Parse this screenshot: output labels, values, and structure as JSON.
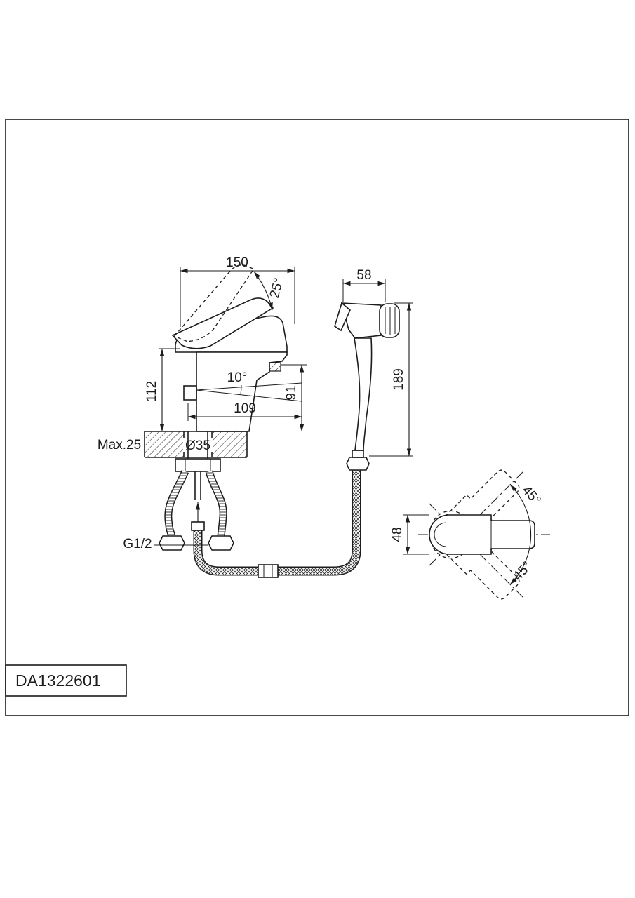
{
  "sheet": {
    "model_number": "DA1322601",
    "line_color": "#1c1c1c",
    "background": "#ffffff"
  },
  "labels": {
    "spout_width": "150",
    "handle_tilt_angle": "25°",
    "sprayer_width": "58",
    "body_height": "112",
    "spout_angle": "10°",
    "spout_reach": "109",
    "outlet_height": "91",
    "sprayer_height": "189",
    "deck_max_thickness": "Max.25",
    "hole_diameter": "Ø35",
    "thread_size": "G1/2",
    "handle_top_width": "48",
    "swing_angle_upper": "45°",
    "swing_angle_lower": "45°"
  }
}
